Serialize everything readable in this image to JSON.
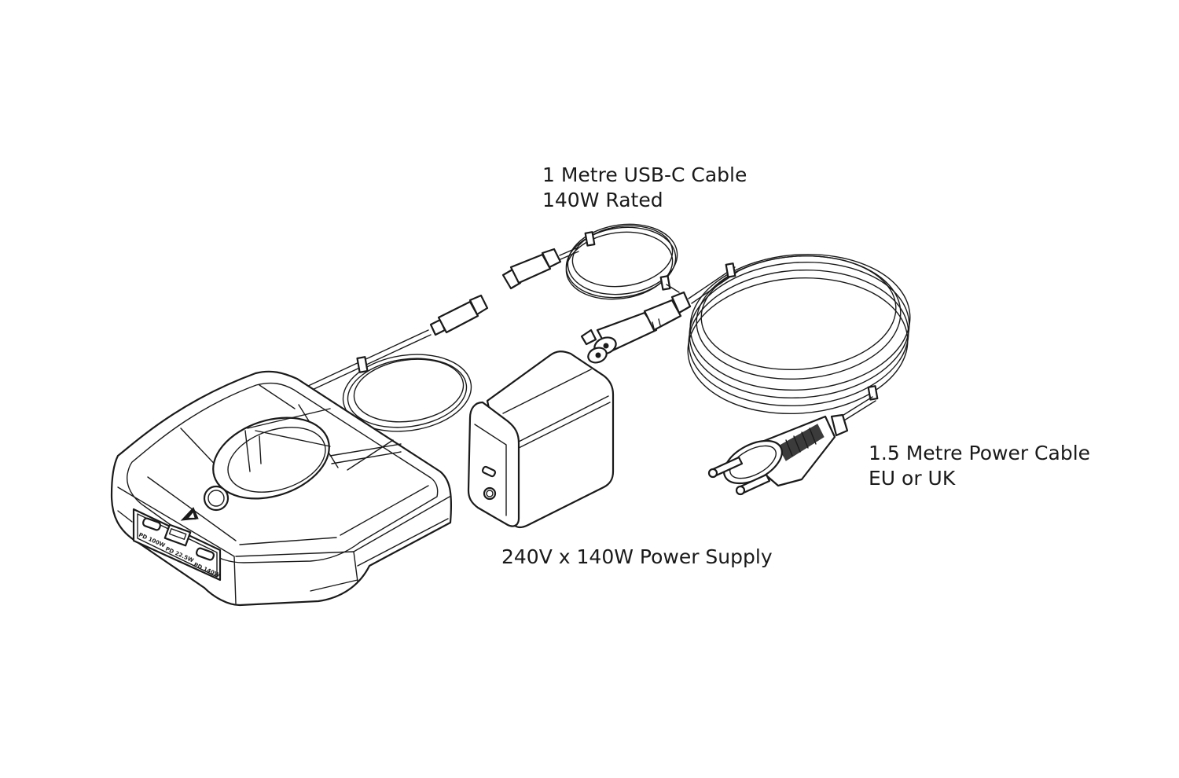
{
  "labels": {
    "usb_cable": {
      "line1": "1 Metre USB-C Cable",
      "line2": "140W Rated"
    },
    "power_cable": {
      "line1": "1.5 Metre Power Cable",
      "line2": "EU or UK"
    },
    "power_supply": {
      "line1": "240V x 140W Power Supply"
    }
  },
  "ports": {
    "port1": "PD 100W",
    "port2": "PD 22.5W",
    "port3": "PD 140W"
  },
  "colors": {
    "ink": "#1a1a1a",
    "paper": "#ffffff"
  }
}
